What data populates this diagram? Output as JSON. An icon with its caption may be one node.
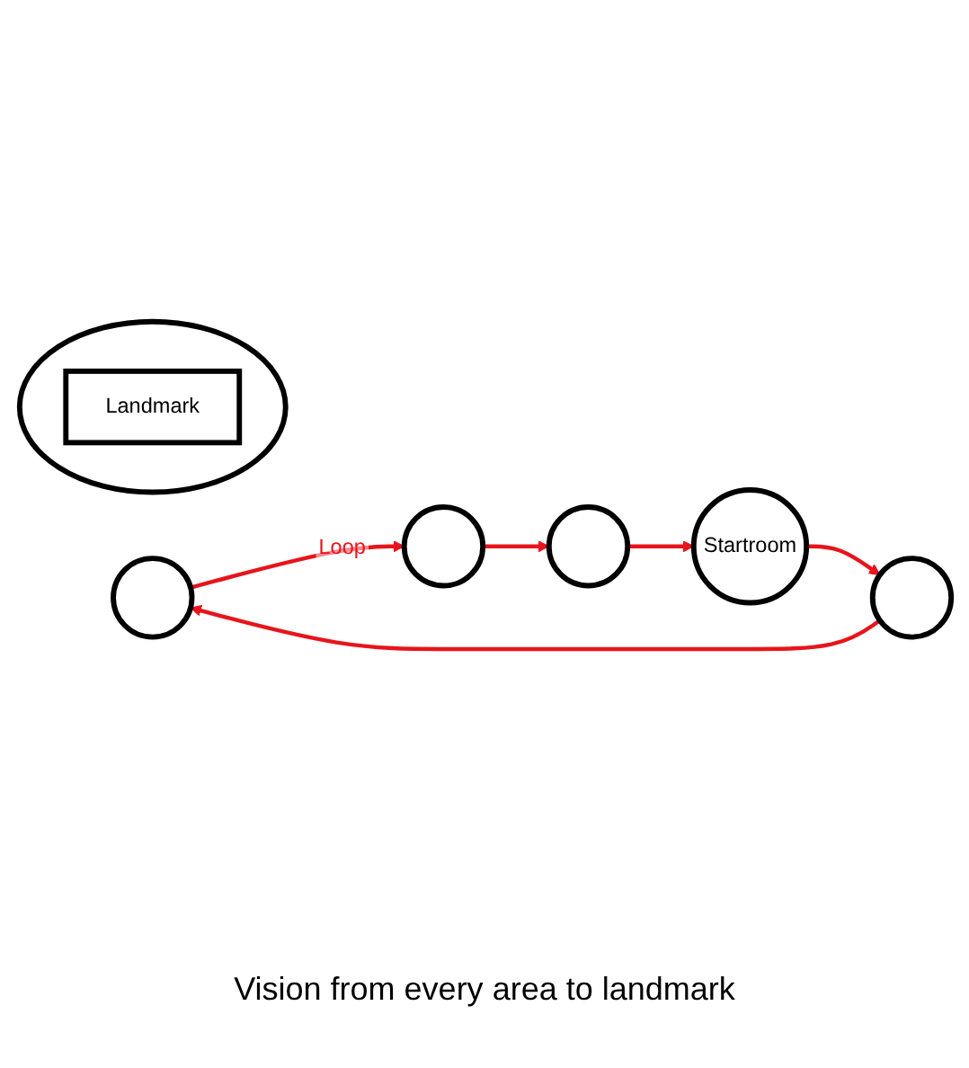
{
  "diagram": {
    "nodes": [
      {
        "text": [],
        "shape": "circle"
      },
      {
        "text": [],
        "shape": "circle"
      },
      {
        "text": [],
        "shape": "circle"
      },
      {
        "text": [
          "Landmark"
        ],
        "in": 2
      },
      {
        "text": [],
        "shape": "circle"
      },
      {
        "text": [],
        "shape": "circle"
      },
      {
        "text": [
          "Startroom"
        ]
      }
    ],
    "edges": [
      {
        "from": 0,
        "to": 1,
        "arrow": "to",
        "label": "Loop",
        "color": "#e8141b"
      },
      {
        "from": 1,
        "to": 5,
        "arrow": "to",
        "color": "#e8141b"
      },
      {
        "from": 5,
        "to": 6,
        "arrow": "to",
        "color": "#e8141b"
      },
      {
        "from": 6,
        "to": 4,
        "arrow": "to",
        "color": "#e8141b"
      },
      {
        "from": 4,
        "to": 0,
        "arrow": "to",
        "color": "#e8141b"
      }
    ],
    "labels": [
      "Vision from every area to landmark"
    ]
  }
}
